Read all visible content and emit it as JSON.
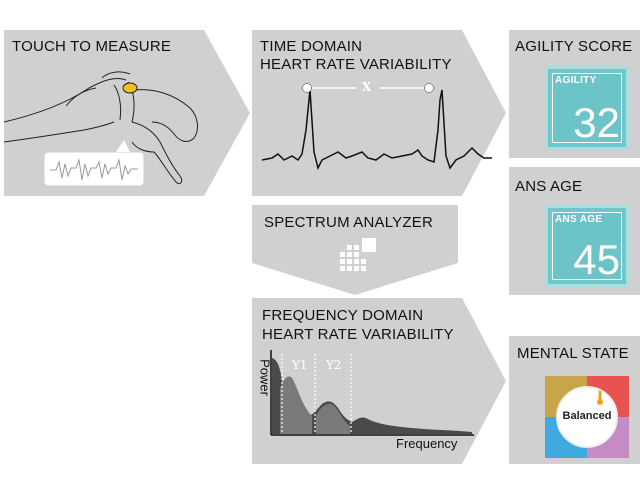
{
  "panels": {
    "touch": {
      "title": "TOUCH TO MEASURE"
    },
    "time_domain": {
      "title_line1": "TIME DOMAIN",
      "title_line2": "HEART RATE VARIABILITY",
      "interval_marker": "X"
    },
    "spectrum": {
      "title": "SPECTRUM ANALYZER"
    },
    "frequency_domain": {
      "title_line1": "FREQUENCY DOMAIN",
      "title_line2": "HEART RATE VARIABILITY",
      "y_axis_label": "Power",
      "x_axis_label": "Frequency",
      "peak1_label": "Y1",
      "peak2_label": "Y2"
    },
    "agility": {
      "title": "AGILITY SCORE",
      "card_label": "AGILITY",
      "value": "32"
    },
    "ans_age": {
      "title": "ANS AGE",
      "card_label": "ANS AGE",
      "value": "45"
    },
    "mental_state": {
      "title": "MENTAL STATE",
      "state": "Balanced"
    }
  },
  "colors": {
    "panel_gray": "#d0d0d0",
    "card_teal": "#6cc3c8",
    "quad_gold": "#c9a54a",
    "quad_red": "#e8534f",
    "quad_blue": "#3fa9e0",
    "quad_purple": "#c58bc4",
    "needle_orange": "#f0a020"
  }
}
